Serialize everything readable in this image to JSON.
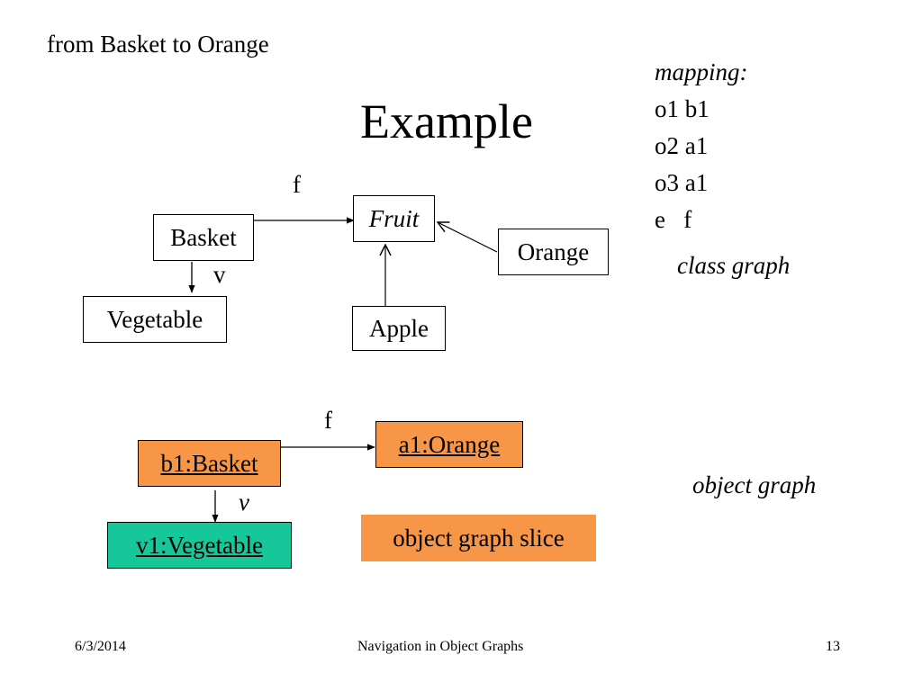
{
  "header": {
    "subtitle": "from Basket to Orange",
    "title": "Example"
  },
  "mapping": {
    "heading": "mapping:",
    "lines": [
      "o1 b1",
      "o2 a1",
      "o3 a1",
      "e   f"
    ]
  },
  "class_graph": {
    "label": "class graph",
    "nodes": {
      "basket": "Basket",
      "fruit": "Fruit",
      "orange": "Orange",
      "apple": "Apple",
      "vegetable": "Vegetable"
    },
    "edges": {
      "f": "f",
      "v": "v"
    }
  },
  "object_graph": {
    "label": "object graph",
    "nodes": {
      "b1": "b1:Basket",
      "a1": "a1:Orange",
      "v1": "v1:Vegetable"
    },
    "edges": {
      "f": "f",
      "v": "v"
    },
    "slice_label": "object graph slice"
  },
  "colors": {
    "orange_fill": "#f79646",
    "teal_fill": "#16c79a"
  },
  "footer": {
    "date": "6/3/2014",
    "center": "Navigation in Object Graphs",
    "page": "13"
  }
}
